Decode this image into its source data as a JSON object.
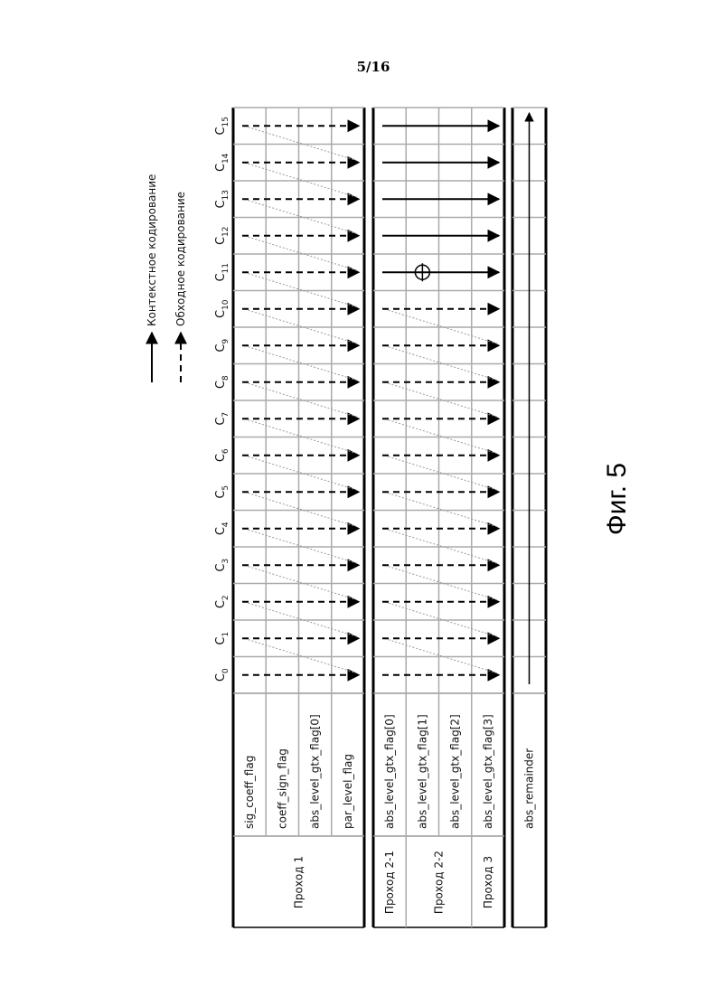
{
  "page_number": "5/16",
  "figure_label": "Фиг. 5",
  "legend": [
    {
      "label": "Контекстное кодирование",
      "style": "solid"
    },
    {
      "label": "Обходное кодирование",
      "style": "dashed"
    }
  ],
  "columns": [
    {
      "prefix": "C",
      "sub": "0"
    },
    {
      "prefix": "C",
      "sub": "1"
    },
    {
      "prefix": "C",
      "sub": "2"
    },
    {
      "prefix": "C",
      "sub": "3"
    },
    {
      "prefix": "C",
      "sub": "4"
    },
    {
      "prefix": "C",
      "sub": "5"
    },
    {
      "prefix": "C",
      "sub": "6"
    },
    {
      "prefix": "C",
      "sub": "7"
    },
    {
      "prefix": "C",
      "sub": "8"
    },
    {
      "prefix": "C",
      "sub": "9"
    },
    {
      "prefix": "C",
      "sub": "10"
    },
    {
      "prefix": "C",
      "sub": "11"
    },
    {
      "prefix": "C",
      "sub": "12"
    },
    {
      "prefix": "C",
      "sub": "13"
    },
    {
      "prefix": "C",
      "sub": "14"
    },
    {
      "prefix": "C",
      "sub": "15"
    }
  ],
  "sections": [
    {
      "passes": [
        {
          "label": "Проход 1",
          "rows": [
            0,
            1,
            2,
            3
          ]
        }
      ],
      "rows": [
        "sig_coeff_flag",
        "coeff_sign_flag",
        "abs_level_gtx_flag[0]",
        "par_level_flag"
      ],
      "arrow_style": "dashed"
    },
    {
      "passes": [
        {
          "label": "Проход 2-1",
          "rows": [
            0
          ]
        },
        {
          "label": "Проход 2-2",
          "rows": [
            1,
            2
          ]
        },
        {
          "label": "Проход 3",
          "rows": [
            3
          ]
        }
      ],
      "rows": [
        "abs_level_gtx_flag[0]",
        "abs_level_gtx_flag[1]",
        "abs_level_gtx_flag[2]",
        "abs_level_gtx_flag[3]"
      ],
      "arrow_style": "mixed"
    },
    {
      "passes": [],
      "rows": [
        "abs_remainder"
      ],
      "arrow_style": "single"
    }
  ]
}
